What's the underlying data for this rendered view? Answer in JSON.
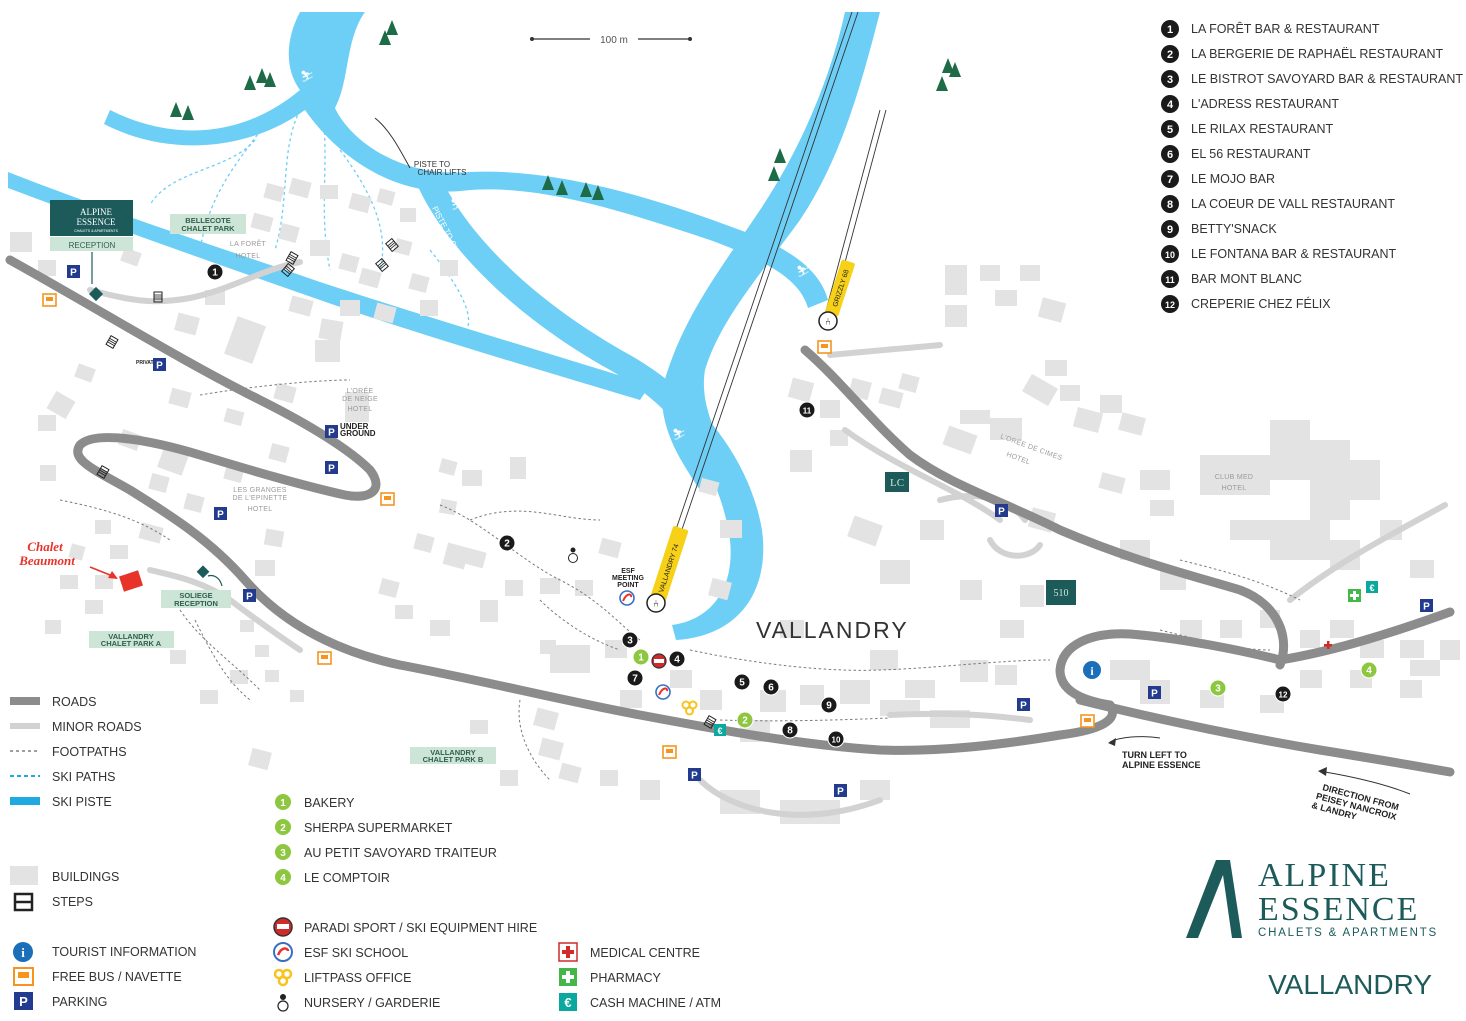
{
  "scale": {
    "label": "100 m"
  },
  "town": {
    "name": "VALLANDRY"
  },
  "brand": {
    "line1": "ALPINE",
    "line2": "ESSENCE",
    "tagline": "CHALETS & APARTMENTS",
    "place": "VALLANDRY",
    "logo_small_line1": "ALPINE",
    "logo_small_line2": "ESSENCE",
    "logo_small_tag": "CHALETS & APARTMENTS"
  },
  "restaurants": [
    {
      "num": "1",
      "name": "LA FORÊT BAR & RESTAURANT"
    },
    {
      "num": "2",
      "name": "LA BERGERIE DE RAPHAËL RESTAURANT"
    },
    {
      "num": "3",
      "name": "LE BISTROT SAVOYARD BAR & RESTAURANT"
    },
    {
      "num": "4",
      "name": "L'ADRESS RESTAURANT"
    },
    {
      "num": "5",
      "name": "LE RILAX RESTAURANT"
    },
    {
      "num": "6",
      "name": "EL 56 RESTAURANT"
    },
    {
      "num": "7",
      "name": "LE MOJO BAR"
    },
    {
      "num": "8",
      "name": "LA COEUR DE VALL RESTAURANT"
    },
    {
      "num": "9",
      "name": "BETTY'SNACK"
    },
    {
      "num": "10",
      "name": "LE FONTANA BAR & RESTAURANT"
    },
    {
      "num": "11",
      "name": "BAR MONT BLANC"
    },
    {
      "num": "12",
      "name": "CREPERIE CHEZ FÉLIX"
    }
  ],
  "shops": [
    {
      "num": "1",
      "name": "BAKERY"
    },
    {
      "num": "2",
      "name": "SHERPA SUPERMARKET"
    },
    {
      "num": "3",
      "name": "AU PETIT SAVOYARD TRAITEUR"
    },
    {
      "num": "4",
      "name": "LE COMPTOIR"
    }
  ],
  "legend": {
    "roads": "ROADS",
    "minor_roads": "MINOR ROADS",
    "footpaths": "FOOTPATHS",
    "ski_paths": "SKI PATHS",
    "ski_piste": "SKI PISTE",
    "buildings": "BUILDINGS",
    "steps": "STEPS",
    "tourist_info": "TOURIST INFORMATION",
    "free_bus": "FREE BUS / NAVETTE",
    "parking": "PARKING",
    "paradi": "PARADI SPORT / SKI EQUIPMENT HIRE",
    "esf": "ESF SKI SCHOOL",
    "liftpass": "LIFTPASS OFFICE",
    "nursery": "NURSERY / GARDERIE",
    "medical": "MEDICAL CENTRE",
    "pharmacy": "PHARMACY",
    "atm": "CASH MACHINE / ATM"
  },
  "map_labels": {
    "reception": "RECEPTION",
    "bellecote_1": "BELLECOTE",
    "bellecote_2": "CHALET PARK",
    "laforet_1": "LA FORÊT",
    "laforet_2": "HOTEL",
    "piste_to_1": "PISTE TO",
    "piste_to_2": "CHAIR LIFTS",
    "piste_to_chair": "PISTE TO CHAIR LIFT",
    "oree_neige_1": "L'ORÉE",
    "oree_neige_2": "DE NEIGE",
    "oree_neige_3": "HOTEL",
    "underground_1": "UNDER",
    "underground_2": "GROUND",
    "granges_1": "LES GRANGES",
    "granges_2": "DE L'EPINETTE",
    "granges_3": "HOTEL",
    "chalet_beaumont_1": "Chalet",
    "chalet_beaumont_2": "Beaumont",
    "soliege_1": "SOLIEGE",
    "soliege_2": "RECEPTION",
    "vallandry_a_1": "VALLANDRY",
    "vallandry_a_2": "CHALET PARK A",
    "vallandry_b_1": "VALLANDRY",
    "vallandry_b_2": "CHALET PARK B",
    "private": "PRIVATE",
    "esf_1": "ESF",
    "esf_2": "MEETING",
    "esf_3": "POINT",
    "lift_vallandry": "VALLANDRY 74",
    "lift_grizzly": "GRIZZLY 68",
    "oree_cimes_1": "L'ORÉE DE CIMES",
    "oree_cimes_2": "HOTEL",
    "clubmed_1": "CLUB MED",
    "clubmed_2": "HOTEL",
    "lc": "LC",
    "b510": "510",
    "turn_left_1": "TURN LEFT TO",
    "turn_left_2": "ALPINE ESSENCE",
    "direction_1": "DIRECTION FROM",
    "direction_2": "PEISEY NANCROIX",
    "direction_3": "& LANDRY"
  },
  "colors": {
    "piste": "#6dcff6",
    "road": "#8c8c8c",
    "minor_road": "#d2d2d2",
    "building": "#e3e3e3",
    "tree": "#1d6b47",
    "brand": "#1d5b5b",
    "lift_yellow": "#f7d117",
    "bus": "#f7941d",
    "parking": "#233b8f",
    "shop_green": "#8dc63f",
    "beaumont_red": "#e8332a"
  }
}
